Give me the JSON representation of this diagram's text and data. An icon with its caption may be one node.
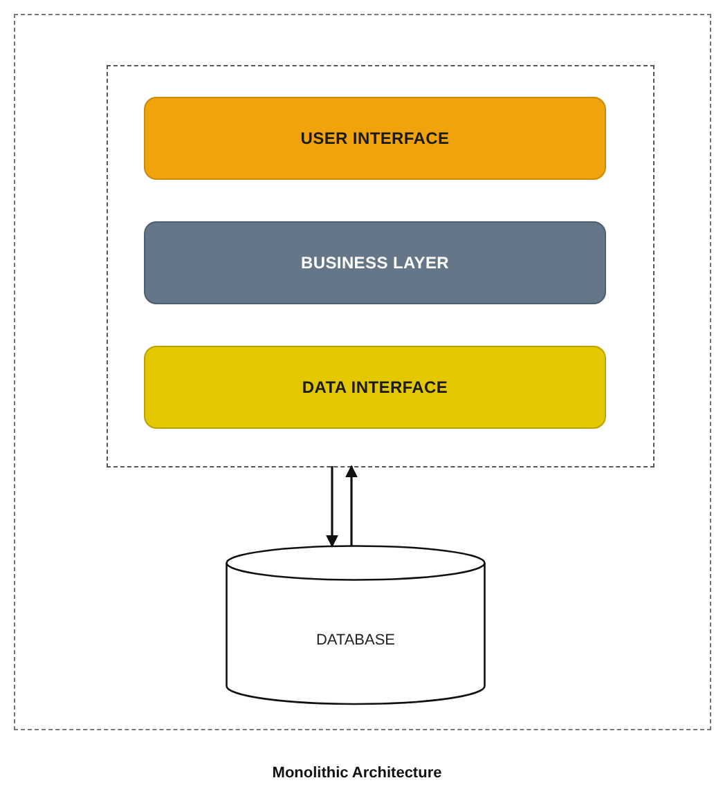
{
  "diagram": {
    "caption": "Monolithic Architecture",
    "nodes": [
      {
        "text": [],
        "shape": "box"
      },
      {
        "text": [],
        "shape": "box",
        "in": 0
      },
      {
        "text": [
          "USER INTERFACE"
        ],
        "in": 1
      },
      {
        "text": [
          "BUSINESS LAYER"
        ],
        "in": 1
      },
      {
        "text": [
          "DATA INTERFACE"
        ],
        "in": 1
      },
      {
        "text": [
          "DATABASE"
        ],
        "in": 0
      }
    ],
    "edges": [
      {
        "from": 1,
        "to": 5,
        "arrow": "to"
      },
      {
        "from": 5,
        "to": 1,
        "arrow": "to"
      }
    ]
  }
}
